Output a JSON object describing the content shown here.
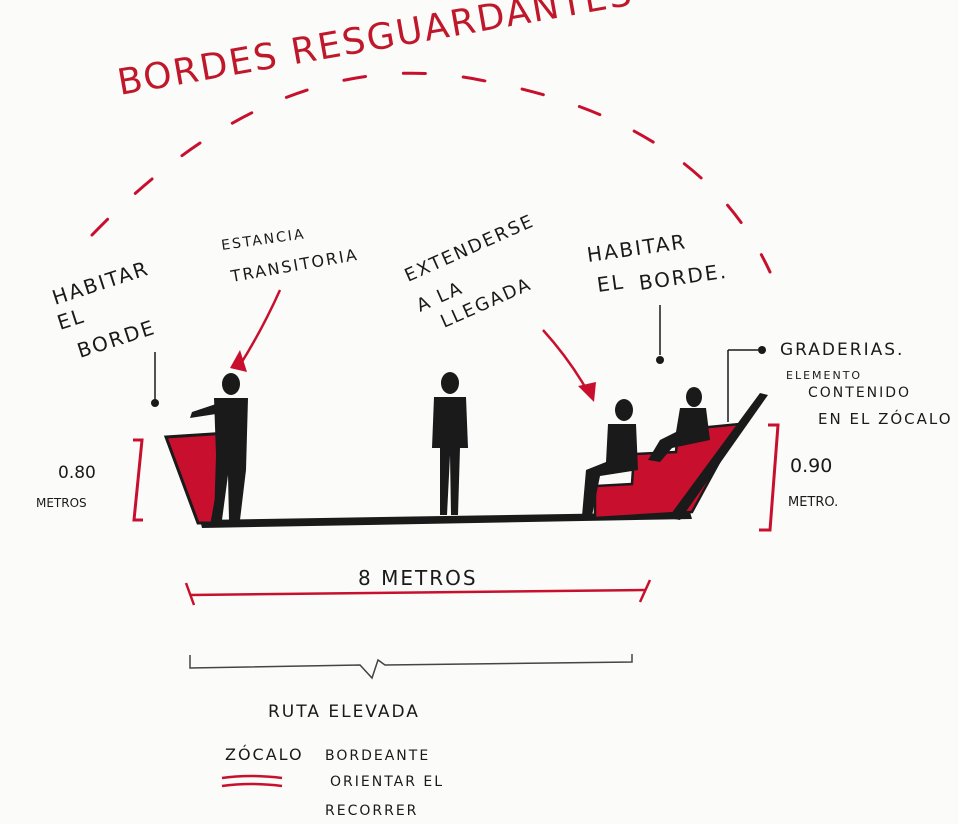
{
  "title": "BORDES RESGUARDANTES",
  "labels": {
    "habitar_left": [
      "HABITAR",
      "EL",
      "BORDE"
    ],
    "estancia": [
      "ESTANCIA",
      "TRANSITORIA"
    ],
    "extenderse": [
      "EXTENDERSE",
      "A LA",
      "LLEGADA"
    ],
    "habitar_right": [
      "HABITAR",
      "EL",
      "BORDE."
    ],
    "graderias": [
      "GRADERIAS.",
      "ELEMENTO",
      "CONTENIDO",
      "EN EL ZÓCALO"
    ],
    "height_left": [
      "0.80",
      "METROS"
    ],
    "height_right": [
      "0.90",
      "METRO."
    ],
    "width": "8 METROS",
    "ruta": "RUTA ELEVADA"
  },
  "legend": {
    "key": "ZÓCALO",
    "lines": [
      "BORDEANTE",
      "ORIENTAR EL",
      "RECORRER"
    ]
  },
  "colors": {
    "ink": "#1a1a1a",
    "accent_red": "#c8102e"
  }
}
